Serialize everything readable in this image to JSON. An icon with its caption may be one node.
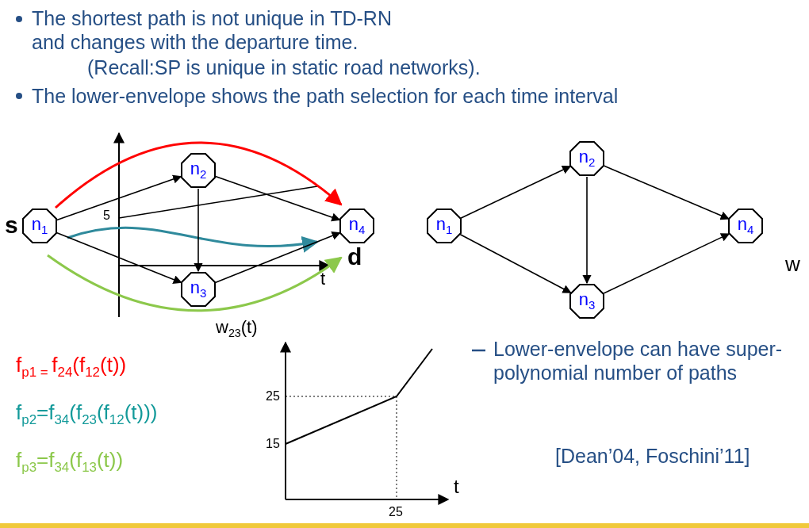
{
  "diagram": {
    "nodes": [
      {
        "text": [
          "n$_{1}$"
        ],
        "beside": [
          "s"
        ]
      },
      {
        "text": [
          "n$_{2}$"
        ]
      },
      {
        "text": [
          "n$_{3}$"
        ]
      },
      {
        "text": [
          "n$_{4}$"
        ],
        "beside": [
          "d"
        ]
      },
      {
        "text": [
          "n$_{1}$"
        ]
      },
      {
        "text": [
          "n$_{2}$"
        ]
      },
      {
        "text": [
          "n$_{3}$"
        ]
      },
      {
        "text": [
          "n$_{4}$"
        ]
      }
    ],
    "edges": [
      {
        "from": 0,
        "to": 1,
        "arrow": "to"
      },
      {
        "from": 0,
        "to": 2,
        "arrow": "to"
      },
      {
        "from": 1,
        "to": 2,
        "arrow": "to"
      },
      {
        "from": 1,
        "to": 3,
        "arrow": "to"
      },
      {
        "from": 2,
        "to": 3,
        "arrow": "to"
      },
      {
        "from": 4,
        "to": 5,
        "arrow": "to"
      },
      {
        "from": 4,
        "to": 6,
        "arrow": "to"
      },
      {
        "from": 5,
        "to": 6,
        "arrow": "to"
      },
      {
        "from": 5,
        "to": 7,
        "arrow": "to"
      },
      {
        "from": 6,
        "to": 7,
        "arrow": "to"
      }
    ],
    "labels": [
      "The shortest path is not unique in TD-RN and changes with the departure time.",
      "(Recall:SP is unique in static road networks).",
      "The lower-envelope shows the path selection for each time interval",
      "Lower-envelope can have super-polynomial number of paths",
      "[Dean’04, Foschini’11]",
      "5",
      "t",
      "w$_{23}$(t)",
      "25",
      "15",
      "t",
      "25",
      "f$_{p1 = }$f$_{24}$(f$_{12}$(t))",
      "f$_{p2}$=f$_{34}$(f$_{23}$(f$_{12}$(t)))",
      "f$_{p3}$=f$_{34}$(f$_{13}$(t))",
      "w"
    ]
  }
}
